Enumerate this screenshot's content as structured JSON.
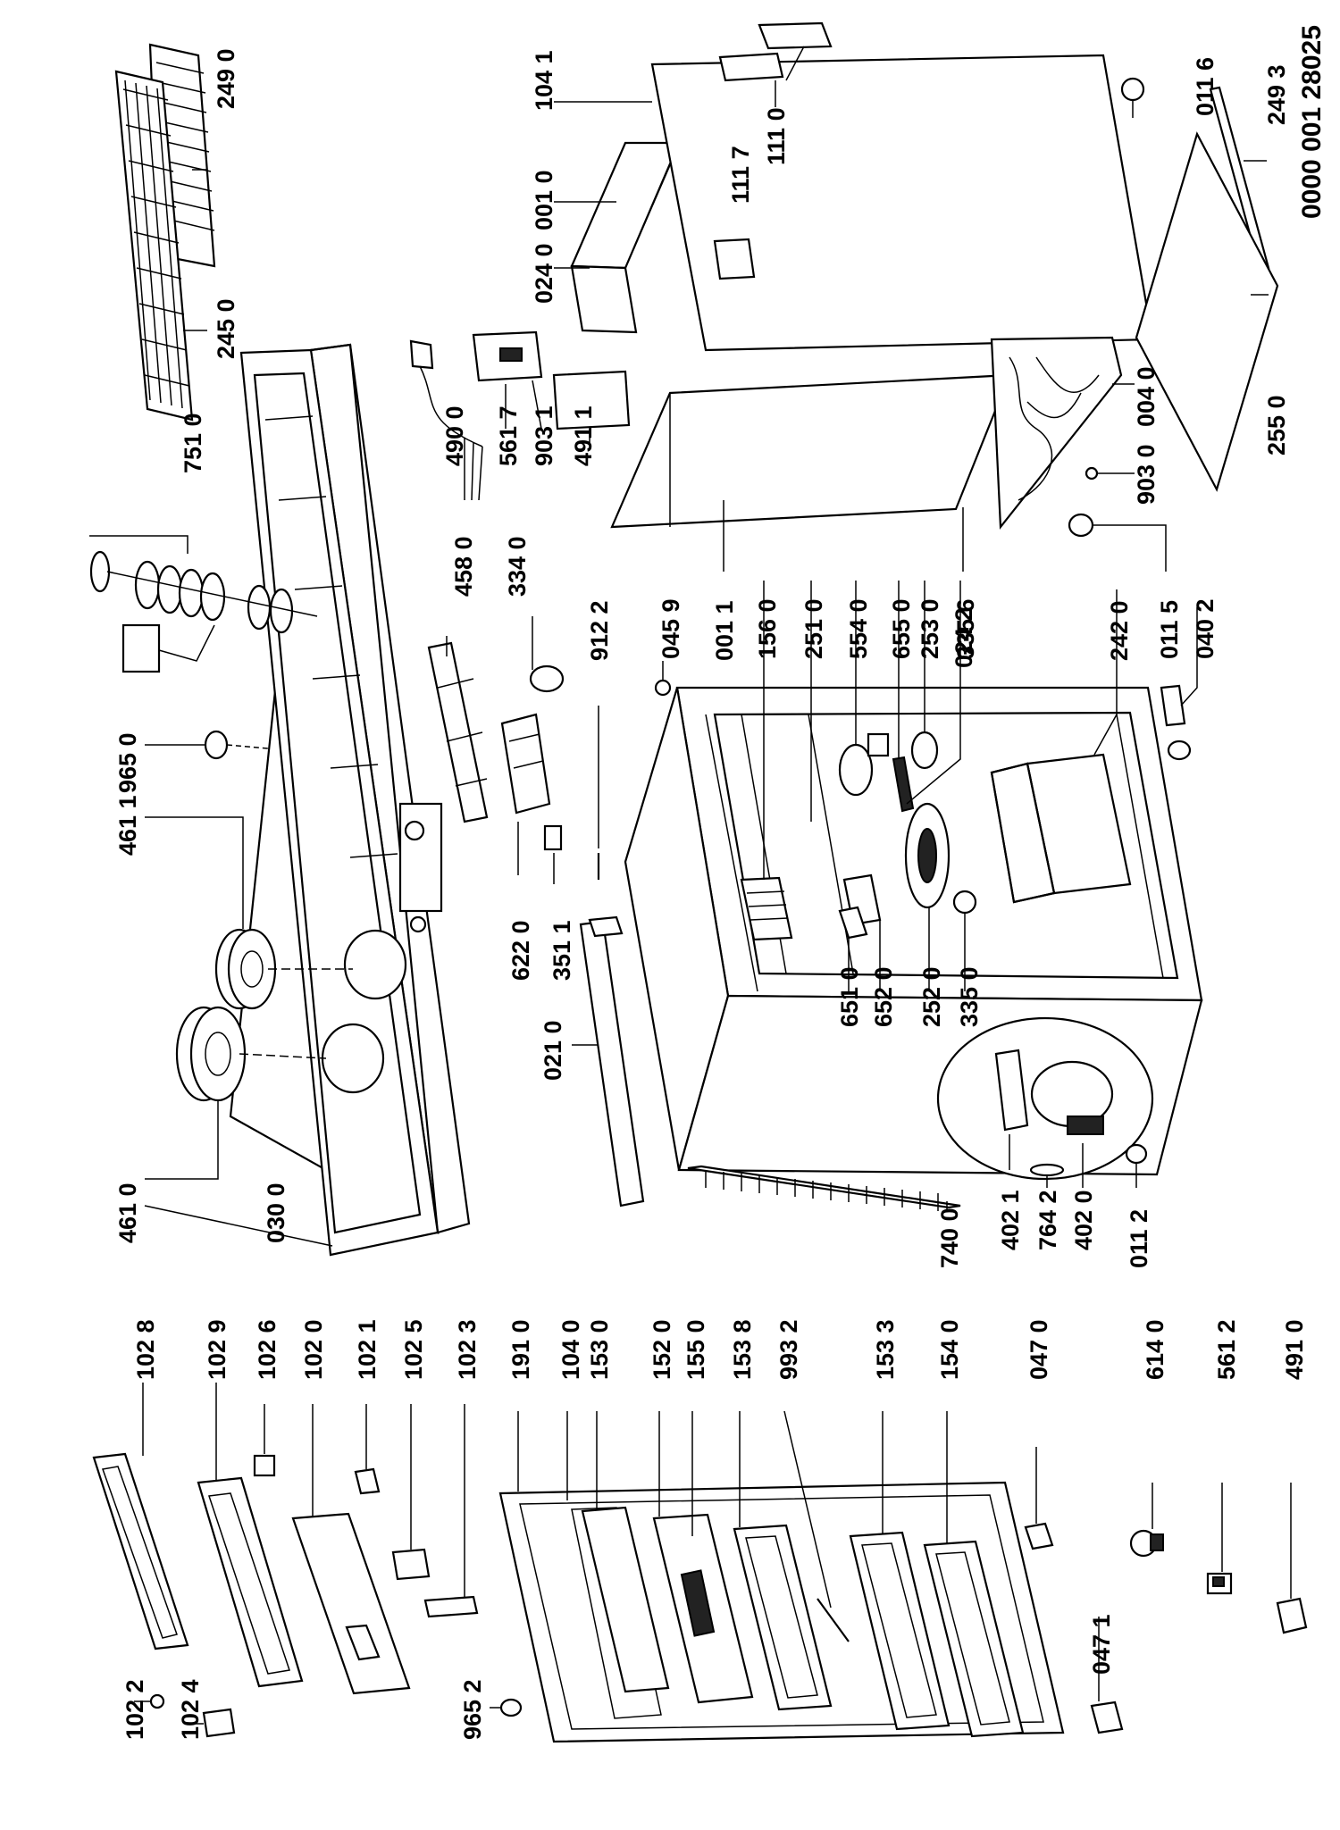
{
  "document": {
    "code": "0000 001 28025"
  },
  "labels": {
    "l2490": "249 0",
    "l2450": "245 0",
    "l7510": "751 0",
    "l9650": "965 0",
    "l4611": "461 1",
    "l4610": "461 0",
    "l0300": "030 0",
    "l4580": "458 0",
    "l3340": "334 0",
    "l4900": "490 0",
    "l5617": "561 7",
    "l9031": "903 1",
    "l4911": "491 1",
    "l0240": "024 0",
    "l0010": "001 0",
    "l1041": "104 1",
    "l1117": "111 7",
    "l1110": "111 0",
    "l0116": "011 6",
    "l2493": "249 3",
    "l2550": "255 0",
    "l0040": "004 0",
    "l9030": "903 0",
    "l0011": "001 1",
    "l0242": "024 2",
    "l0115": "011 5",
    "l0402": "040 2",
    "l2420": "242 0",
    "l3356": "335 6",
    "l2530": "253 0",
    "l6550": "655 0",
    "l5540": "554 0",
    "l2510": "251 0",
    "l1560": "156 0",
    "l0459": "045 9",
    "l9122": "912 2",
    "l6220": "622 0",
    "l3511": "351 1",
    "l0210": "021 0",
    "l6510": "651 0",
    "l6520": "652 0",
    "l2520": "252 0",
    "l3350": "335 0",
    "l7400": "740 0",
    "l4021": "402 1",
    "l7642": "764 2",
    "l4020": "402 0",
    "l0112": "011 2",
    "l1028": "102 8",
    "l1029": "102 9",
    "l1026": "102 6",
    "l1020": "102 0",
    "l1021": "102 1",
    "l1025": "102 5",
    "l1023": "102 3",
    "l1910": "191 0",
    "l1040": "104 0",
    "l1530": "153 0",
    "l1520": "152 0",
    "l1550": "155 0",
    "l1538": "153 8",
    "l9932": "993 2",
    "l1533": "153 3",
    "l1540": "154 0",
    "l0470": "047 0",
    "l6140": "614 0",
    "l5612": "561 2",
    "l4910": "491 0",
    "l1022": "102 2",
    "l1024": "102 4",
    "l9652": "965 2",
    "l0471": "047 1"
  }
}
